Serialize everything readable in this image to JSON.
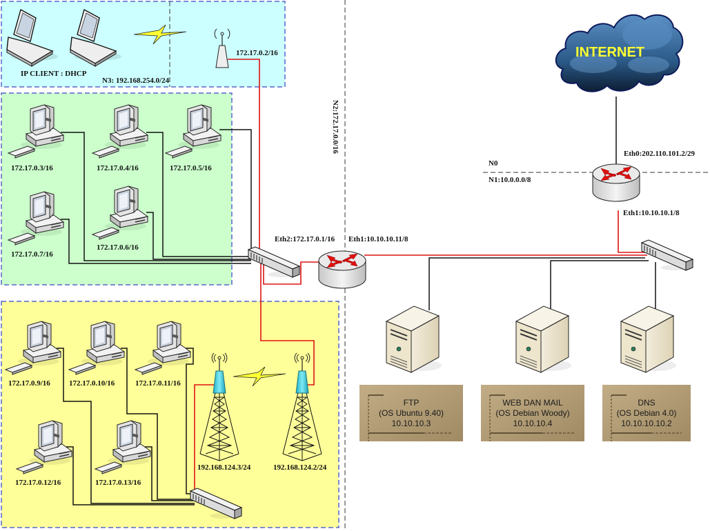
{
  "title": "Network Topology Diagram",
  "colors": {
    "zone_wifi": "#ccffff",
    "zone_lan_a": "#ccffcc",
    "zone_lan_b": "#ffff99",
    "zone_border": "#5566cc",
    "link_black": "#111111",
    "link_red": "#dd1111",
    "cloud": "#2a5d8f",
    "internet_text": "#ffff33",
    "server_box": "#b5a07a",
    "lightning": "#ffff33",
    "tower_cap": "#33ccdd"
  },
  "zones": {
    "wifi": {
      "client_label": "IP CLIENT : DHCP",
      "network_label": "N3: 192.168.254.0/24",
      "access_point_ip": "172.17.0.2/16"
    },
    "lan_a": {
      "hosts": [
        "172.17.0.3/16",
        "172.17.0.4/16",
        "172.17.0.5/16",
        "172.17.0.7/16",
        "172.17.0.6/16"
      ]
    },
    "lan_b": {
      "hosts": [
        "172.17.0.9/16",
        "172.17.0.10/16",
        "172.17.0.11/16",
        "172.17.0.12/16",
        "172.17.0.13/16"
      ],
      "towers": [
        "192.168.124.3/24",
        "192.168.124.2/24"
      ]
    }
  },
  "network_labels": {
    "n2": "N2:172.17.0.0/16",
    "n0": "N0",
    "n1": "N1:10.0.0.0/8"
  },
  "routers": {
    "internal": {
      "eth2": "Eth2:172.17.0.1/16",
      "eth1": "Eth1:10.10.10.11/8"
    },
    "gateway": {
      "eth0": "Eth0:202.110.101.2/29",
      "eth1": "Eth1:10.10.10.1/8"
    }
  },
  "internet": {
    "label": "INTERNET"
  },
  "servers": [
    {
      "name": "FTP",
      "os": "(OS Ubuntu 9.40)",
      "ip": "10.10.10.3"
    },
    {
      "name": "WEB DAN MAIL",
      "os": "(OS Debian Woody)",
      "ip": "10.10.10.4"
    },
    {
      "name": "DNS",
      "os": "(OS Debian 4.0)",
      "ip": "10.10.10.10.2"
    }
  ]
}
